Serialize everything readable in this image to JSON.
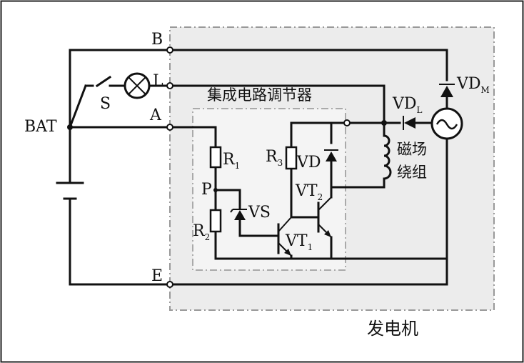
{
  "terminals": {
    "b": "B",
    "l": "L",
    "a": "A",
    "e": "E"
  },
  "battery": {
    "label": "BAT"
  },
  "switch": {
    "label": "S"
  },
  "regulator": {
    "title": "集成电路调节器"
  },
  "components": {
    "r1": {
      "main": "R",
      "sub": "1"
    },
    "r2": {
      "main": "R",
      "sub": "2"
    },
    "r3": {
      "main": "R",
      "sub": "3"
    },
    "point_p": "P",
    "vs": "VS",
    "vd": "VD",
    "vt1": {
      "main": "VT",
      "sub": "1"
    },
    "vt2": {
      "main": "VT",
      "sub": "2"
    },
    "vdl": {
      "main": "VD",
      "sub": "L"
    },
    "vdm": {
      "main": "VD",
      "sub": "M"
    }
  },
  "field_winding": {
    "line1": "磁场",
    "line2": "绕组"
  },
  "generator": {
    "label": "发电机"
  },
  "colors": {
    "wire": "#111111",
    "generator_fill": "#ececec",
    "dash": "#999999"
  }
}
